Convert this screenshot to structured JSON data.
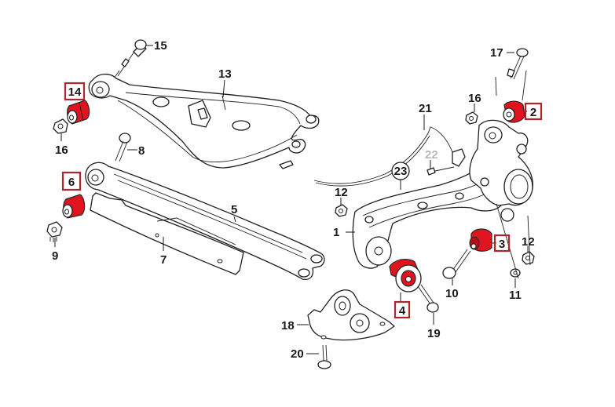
{
  "diagram": {
    "title": "Rear suspension exploded parts diagram",
    "colors": {
      "highlight": "#e0141f",
      "highlight_box": "#b0252c",
      "line": "#1f1f1f",
      "muted_label": "#b8b8b8"
    },
    "highlighted_labels": {
      "l14": "14",
      "l6": "6",
      "l2": "2",
      "l3": "3",
      "l4": "4"
    },
    "labels": {
      "l15": "15",
      "l13": "13",
      "l16a": "16",
      "l16b": "16",
      "l8": "8",
      "l9": "9",
      "l7": "7",
      "l5": "5",
      "l17": "17",
      "l21": "21",
      "l22": "22",
      "l23": "23",
      "l12a": "12",
      "l12b": "12",
      "l1": "1",
      "l10": "10",
      "l11": "11",
      "l18": "18",
      "l19": "19",
      "l20": "20"
    },
    "parts": [
      {
        "id": "upper-control-arm",
        "label": "13"
      },
      {
        "id": "lower-control-arm",
        "label": "5"
      },
      {
        "id": "cover-plate",
        "label": "7"
      },
      {
        "id": "trailing-arm",
        "label": "1"
      },
      {
        "id": "wheel-carrier",
        "label": "2"
      },
      {
        "id": "speed-sensor-cable",
        "label": "21"
      },
      {
        "id": "mounting-bracket",
        "label": "18"
      }
    ]
  }
}
